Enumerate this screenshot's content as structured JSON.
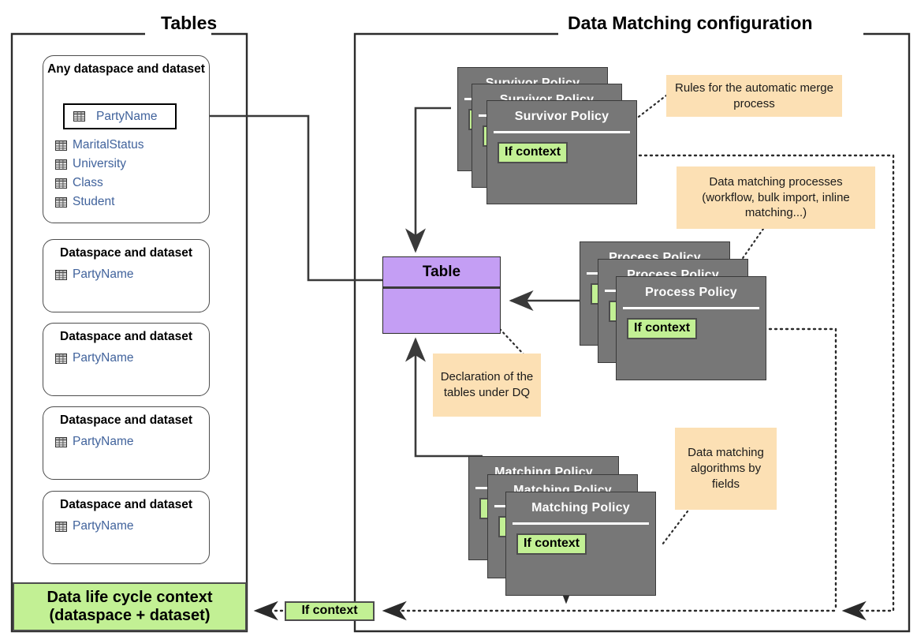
{
  "diagram": {
    "title_left": "Tables",
    "title_right": "Data Matching configuration"
  },
  "left_panel": {
    "groups": [
      {
        "title": "Any dataspace and dataset",
        "tables": [
          "PartyName",
          "MaritalStatus",
          "University",
          "Class",
          "Student"
        ],
        "selected": "PartyName"
      },
      {
        "title": "Dataspace and dataset",
        "tables": [
          "PartyName"
        ]
      },
      {
        "title": "Dataspace and dataset",
        "tables": [
          "PartyName"
        ]
      },
      {
        "title": "Dataspace and dataset",
        "tables": [
          "PartyName"
        ]
      },
      {
        "title": "Dataspace and dataset",
        "tables": [
          "PartyName"
        ]
      }
    ],
    "lifecycle_box": "Data life cycle context\n(dataspace + dataset)"
  },
  "right_panel": {
    "table_node": {
      "label": "Table"
    },
    "stacks": [
      {
        "name": "survivor",
        "label": "Survivor Policy",
        "if_context": "If context",
        "count": 3
      },
      {
        "name": "process",
        "label": "Process Policy",
        "if_context": "If context",
        "count": 3
      },
      {
        "name": "matching",
        "label": "Matching Policy",
        "if_context": "If context",
        "count": 3
      }
    ],
    "bottom_if_context": "If context"
  },
  "callouts": [
    {
      "id": "merge-rules",
      "text": "Rules for the automatic merge process"
    },
    {
      "id": "dm-processes",
      "text": "Data matching processes (workflow, bulk import, inline matching...)"
    },
    {
      "id": "declaration",
      "text": "Declaration of the tables under DQ"
    },
    {
      "id": "algorithms",
      "text": "Data matching algorithms by fields"
    }
  ],
  "colors": {
    "card_fill": "#777777",
    "context_green": "#c2f094",
    "table_purple": "#c49ef4",
    "callout_peach": "#fce0b4",
    "table_link_blue": "#41639c"
  }
}
